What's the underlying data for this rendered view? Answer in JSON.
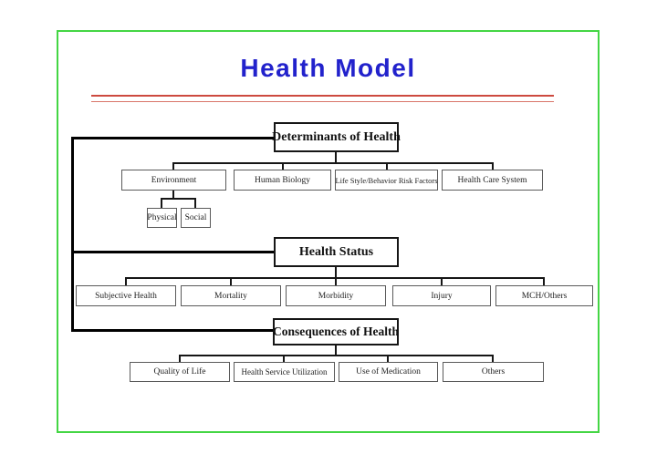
{
  "slide": {
    "title": "Health Model"
  },
  "colors": {
    "title_blue": "#2222cc",
    "divider_red": "#cd4a3f",
    "frame_green": "#44d644",
    "box_border_dark": "#161616",
    "child_border_gray": "#5a5a5a"
  },
  "diagram": {
    "main_nodes": {
      "determinants": "Determinants of Health",
      "health_status": "Health Status",
      "consequences": "Consequences of Health"
    },
    "determinants_children": [
      "Environment",
      "Human Biology",
      "Life Style/Behavior Risk Factors",
      "Health Care System"
    ],
    "environment_children": [
      "Physical",
      "Social"
    ],
    "health_status_children": [
      "Subjective Health",
      "Mortality",
      "Morbidity",
      "Injury",
      "MCH/Others"
    ],
    "consequences_children": [
      "Quality of Life",
      "Health Service Utilization",
      "Use of Medication",
      "Others"
    ]
  }
}
